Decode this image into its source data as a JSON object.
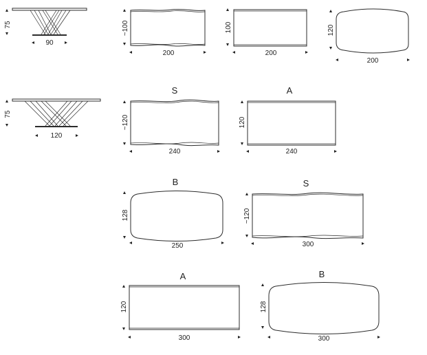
{
  "side_views": [
    {
      "height": "75",
      "width": "90"
    },
    {
      "height": "75",
      "width": "120"
    }
  ],
  "tops": [
    {
      "id": "t1",
      "label": "",
      "width": "200",
      "depth": "~100"
    },
    {
      "id": "t2",
      "label": "",
      "width": "200",
      "depth": "100"
    },
    {
      "id": "t3",
      "label": "",
      "width": "200",
      "depth": "120"
    },
    {
      "id": "t4",
      "label": "S",
      "width": "240",
      "depth": "~120"
    },
    {
      "id": "t5",
      "label": "A",
      "width": "240",
      "depth": "120"
    },
    {
      "id": "t6",
      "label": "B",
      "width": "250",
      "depth": "128"
    },
    {
      "id": "t7",
      "label": "S",
      "width": "300",
      "depth": "~120"
    },
    {
      "id": "t8",
      "label": "A",
      "width": "300",
      "depth": "120"
    },
    {
      "id": "t9",
      "label": "B",
      "width": "300",
      "depth": "128"
    }
  ]
}
